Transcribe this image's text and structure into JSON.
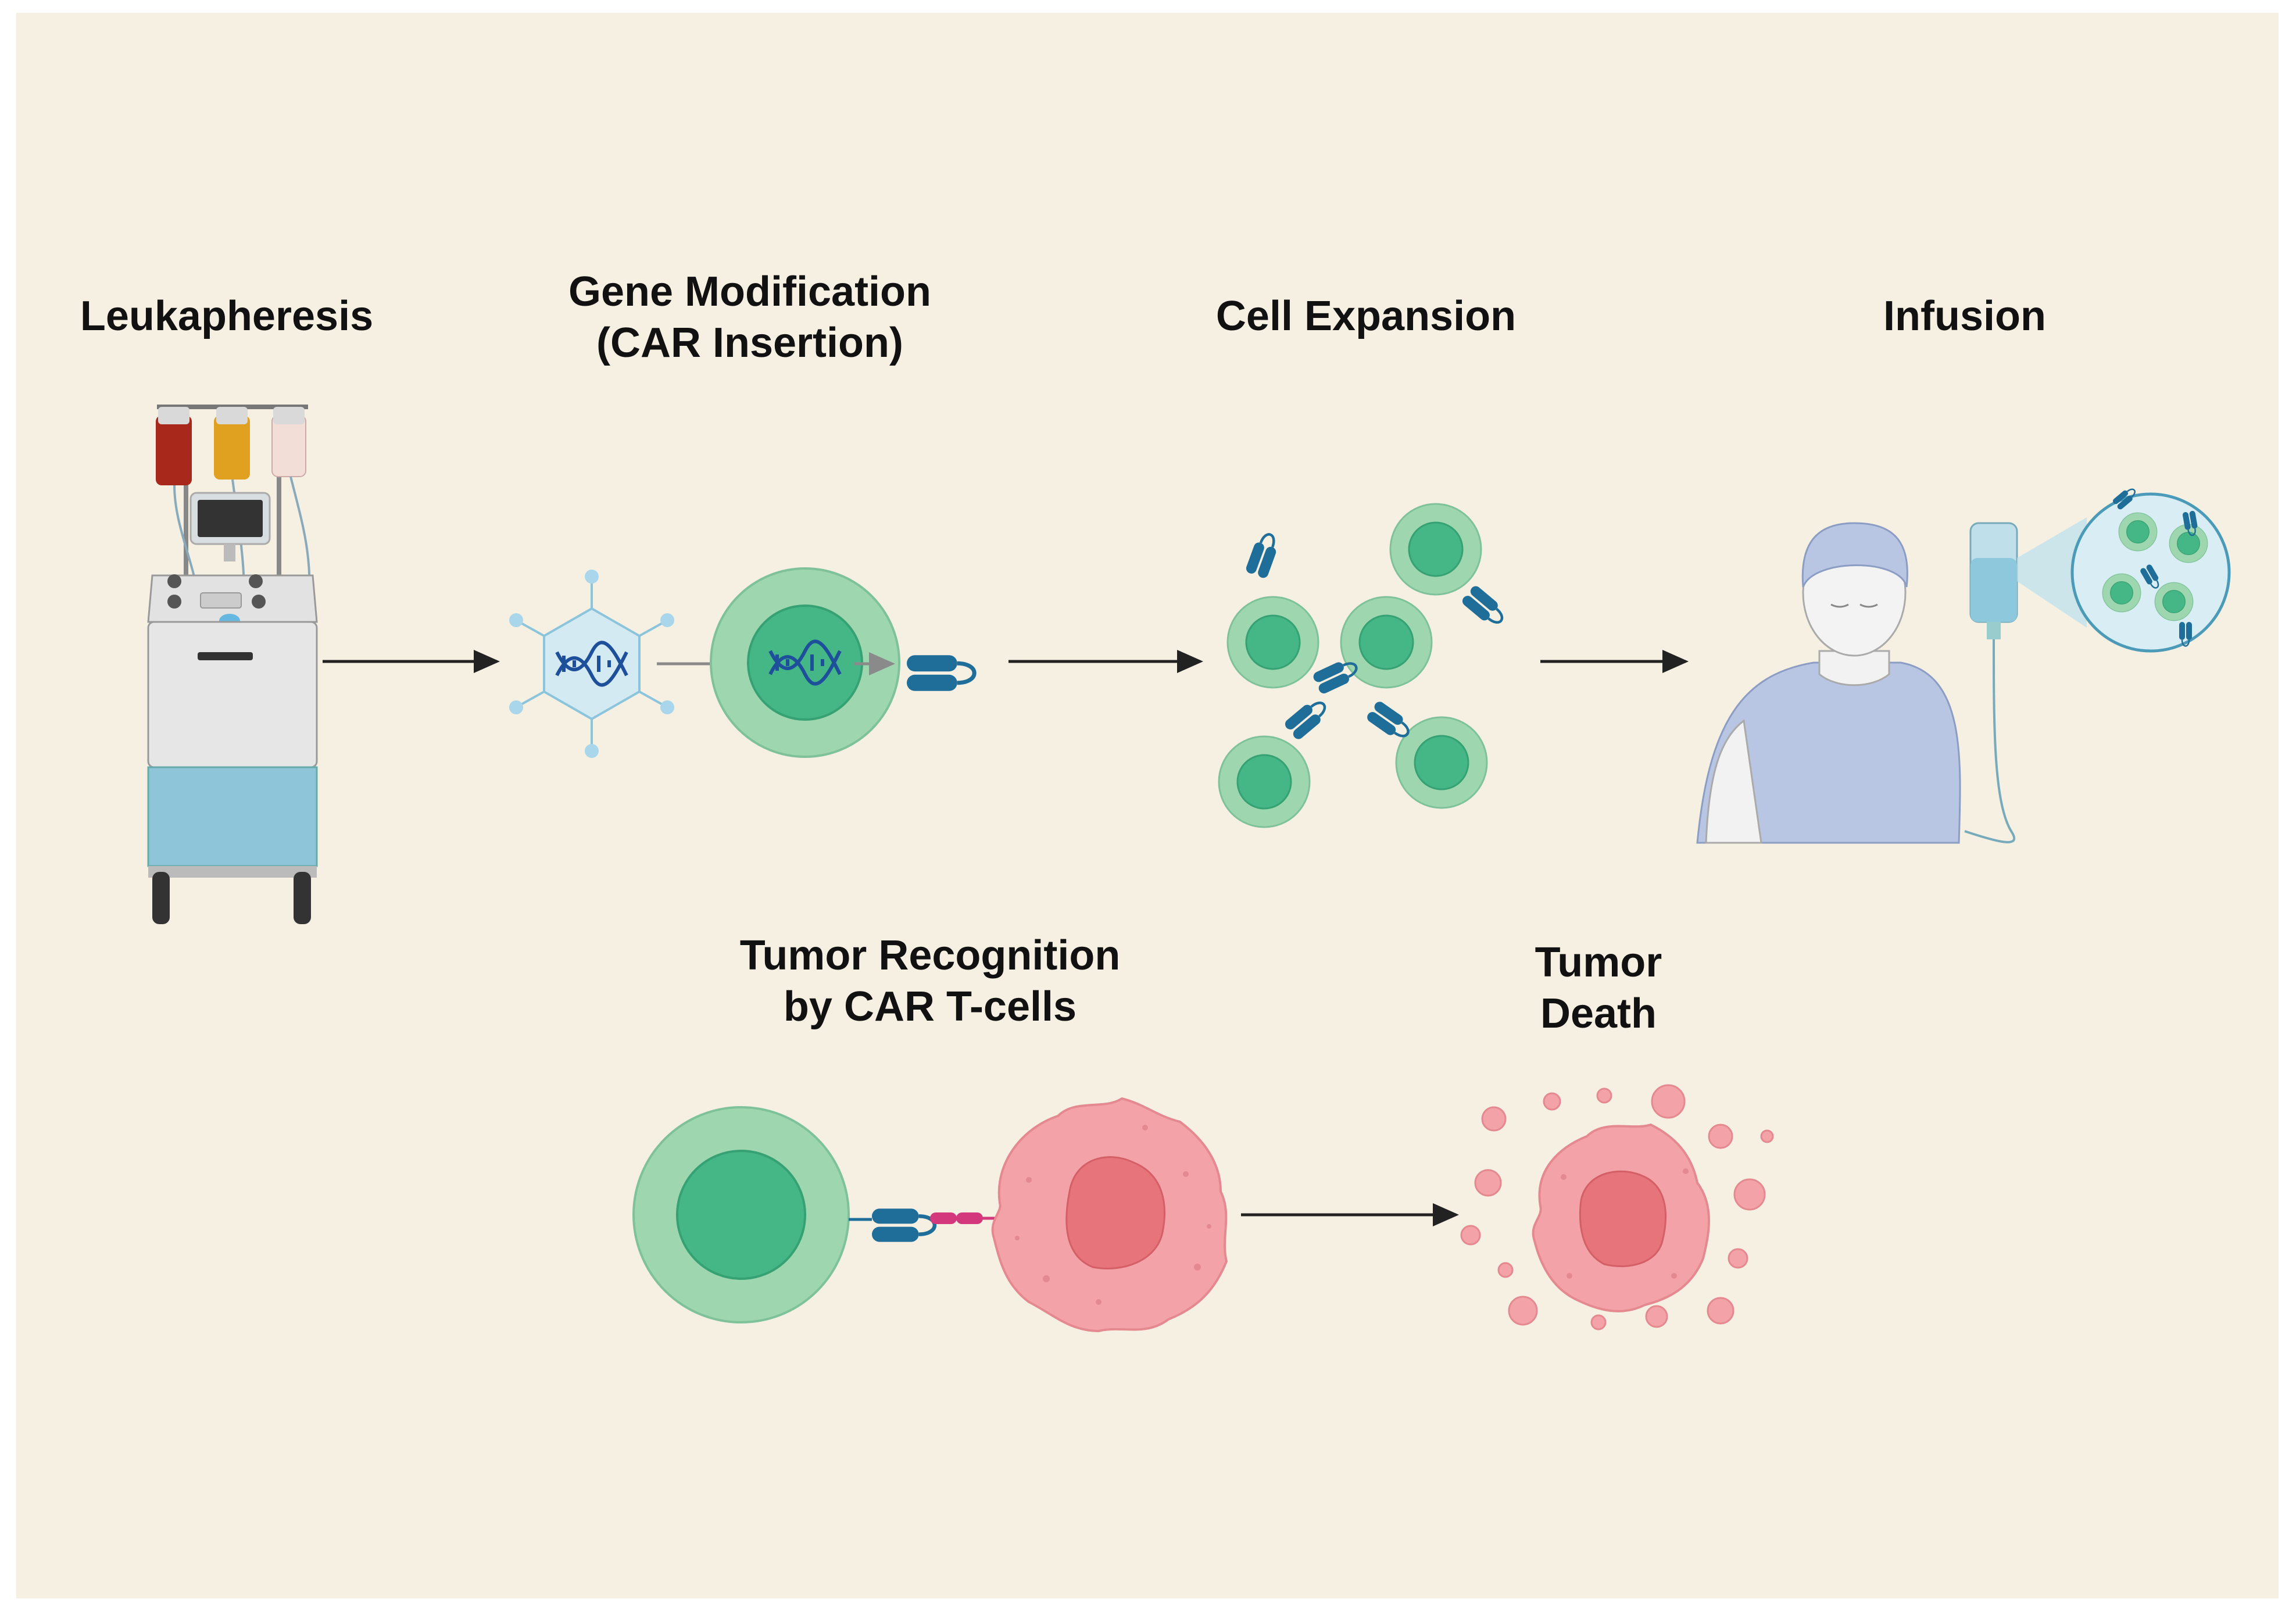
{
  "steps": {
    "leukapheresis": "Leukapheresis",
    "gene_modification": [
      "Gene Modification",
      "(CAR Insertion)"
    ],
    "cell_expansion": "Cell Expansion",
    "infusion": "Infusion",
    "tumor_recognition": [
      "Tumor Recognition",
      "by CAR T-cells"
    ],
    "tumor_death": [
      "Tumor",
      "Death"
    ]
  },
  "colors": {
    "background": "#f6f0e3",
    "t_cell_outer": "#9ed6b0",
    "t_cell_inner": "#45b685",
    "car_receptor": "#1f6e9a",
    "antigen": "#d3387d",
    "tumor": "#f3a3a7",
    "tumor_nucleus": "#e6747a",
    "arrow": "#222222"
  }
}
